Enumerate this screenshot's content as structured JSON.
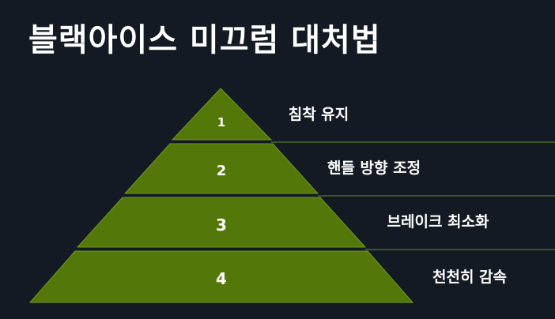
{
  "title": "블랙아이스 미끄럼 대처법",
  "colors": {
    "background": "#131a24",
    "tier_fill": "#537708",
    "tier_stroke": "#6f9a1c",
    "divider_line": "#4b6b20",
    "text": "#ffffff"
  },
  "tiers": [
    {
      "number": "1",
      "label": "침착 유지"
    },
    {
      "number": "2",
      "label": "핸들 방향 조정"
    },
    {
      "number": "3",
      "label": "브레이크 최소화"
    },
    {
      "number": "4",
      "label": "천천히 감속"
    }
  ]
}
